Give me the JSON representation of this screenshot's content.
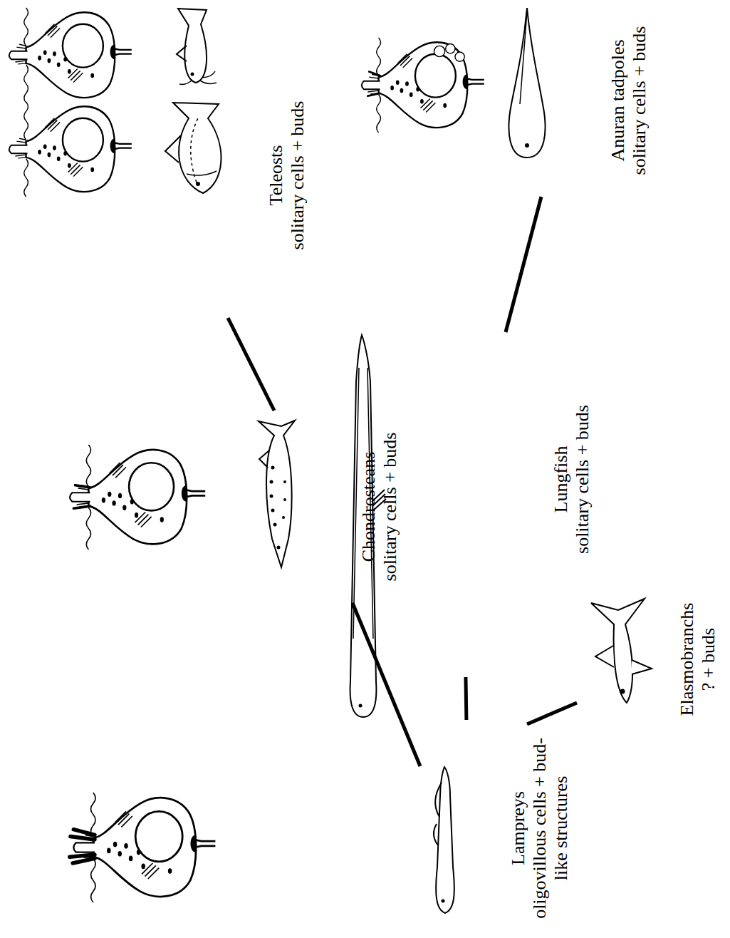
{
  "diagram": {
    "nodes": [
      {
        "text": [
          "Lampreys",
          "oligovillous cells + bud-like structures"
        ]
      },
      {
        "text": [
          "Chondrosteans",
          "solitary cells + buds"
        ]
      },
      {
        "text": [
          "Teleosts",
          "solitary cells + buds"
        ]
      },
      {
        "text": [
          "Lungfish",
          "solitary cells + buds"
        ]
      },
      {
        "text": [
          "Anuran tadpoles",
          "solitary cells + buds"
        ]
      },
      {
        "text": [
          "Elasmobranchs",
          "? + buds"
        ]
      }
    ],
    "edges": [
      {
        "from": 0,
        "to": 1,
        "arrow": "none"
      },
      {
        "from": 1,
        "to": 2,
        "arrow": "none"
      },
      {
        "from": 0,
        "to": 3,
        "arrow": "none"
      },
      {
        "from": 3,
        "to": 4,
        "arrow": "none"
      },
      {
        "from": 0,
        "to": 5,
        "arrow": "none"
      }
    ]
  }
}
